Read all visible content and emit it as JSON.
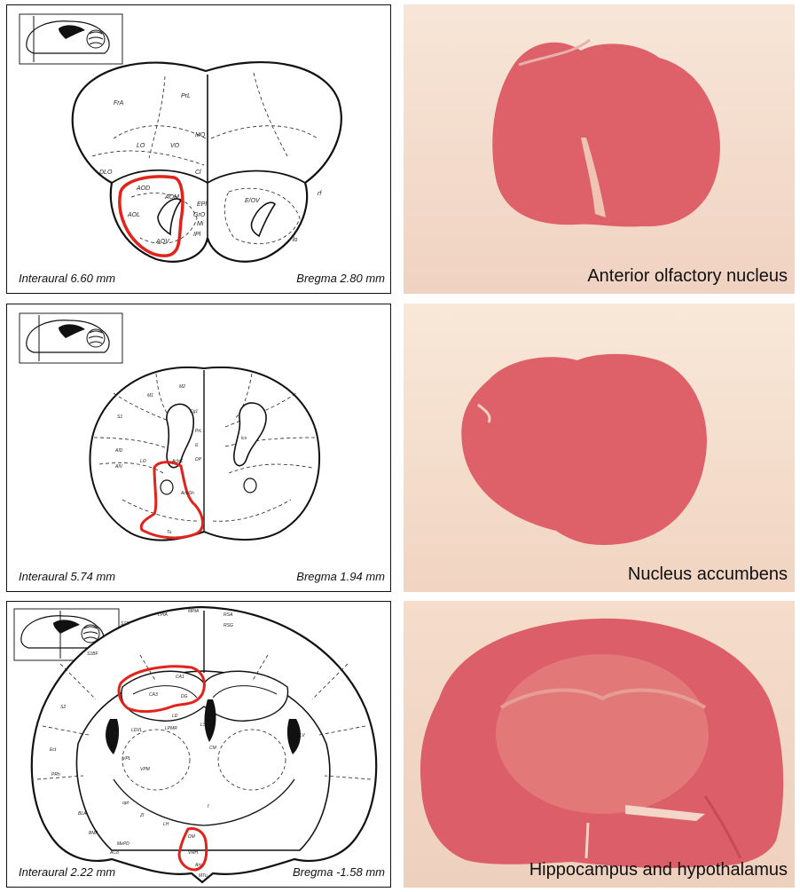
{
  "panels": [
    {
      "interaural": "Interaural 6.60 mm",
      "bregma": "Bregma 2.80 mm",
      "photo_label": "Anterior olfactory nucleus",
      "region_labels": [
        "FrA",
        "PrL",
        "MO",
        "LO",
        "VO",
        "DLO",
        "AOD",
        "AOM",
        "AOL",
        "AOV",
        "E/OV",
        "Cl",
        "GrO",
        "EPl",
        "Mi",
        "IPl",
        "rf",
        "lo"
      ]
    },
    {
      "interaural": "Interaural 5.74 mm",
      "bregma": "Bregma 1.94 mm",
      "photo_label": "Nucleus accumbens",
      "region_labels": [
        "M1",
        "M2",
        "S1",
        "Cg1",
        "PrL",
        "IL",
        "LO",
        "AID",
        "AIV",
        "DP",
        "AcbC",
        "AcbSh",
        "Tu",
        "lcx"
      ]
    },
    {
      "interaural": "Interaural 2.22 mm",
      "bregma": "Bregma -1.58 mm",
      "photo_label": "Hippocampus and hypothalamus",
      "region_labels": [
        "LPtA",
        "MPtA",
        "RSA",
        "RSG",
        "S1Tr",
        "S1BF",
        "S2",
        "Ect",
        "PRh",
        "CA1",
        "CA3",
        "DG",
        "LV",
        "LDVL",
        "LPMR",
        "CM",
        "VPM",
        "VPL",
        "Po",
        "ZI",
        "LH",
        "DM",
        "VMH",
        "Arc",
        "BLA",
        "BMA",
        "MePD",
        "ACo",
        "opt",
        "f",
        "MTu",
        "LSD",
        "LD"
      ]
    }
  ],
  "colors": {
    "highlight": "#e0231b",
    "tissue": "#dc5e68",
    "slide_background": "#f5dfcf"
  },
  "icons": [
    "sagittal-brain-inset-icon"
  ]
}
